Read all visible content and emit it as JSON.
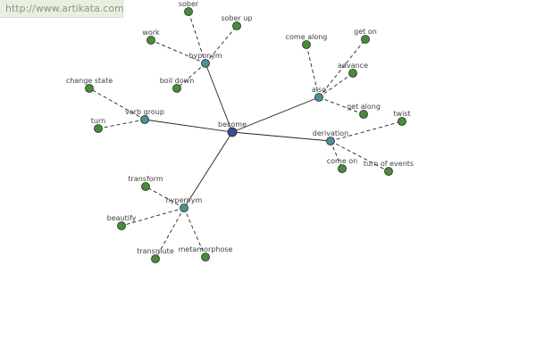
{
  "watermark": "http://www.artikata.com",
  "colors": {
    "root": "#3a4a9a",
    "relation": "#4a8f9a",
    "leaf": "#4a8a3c",
    "edge": "#222222"
  },
  "graph": {
    "root": "become",
    "relations": [
      {
        "label": "hyponym",
        "leaves": [
          "sober",
          "sober up",
          "work",
          "boil down"
        ]
      },
      {
        "label": "verb group",
        "leaves": [
          "change state",
          "turn"
        ]
      },
      {
        "label": "also",
        "leaves": [
          "come along",
          "get on",
          "advance",
          "get along"
        ]
      },
      {
        "label": "derivation",
        "leaves": [
          "twist",
          "come on",
          "turn of events"
        ]
      },
      {
        "label": "hypernym",
        "leaves": [
          "transform",
          "beautify",
          "transmute",
          "metamorphose"
        ]
      }
    ]
  }
}
